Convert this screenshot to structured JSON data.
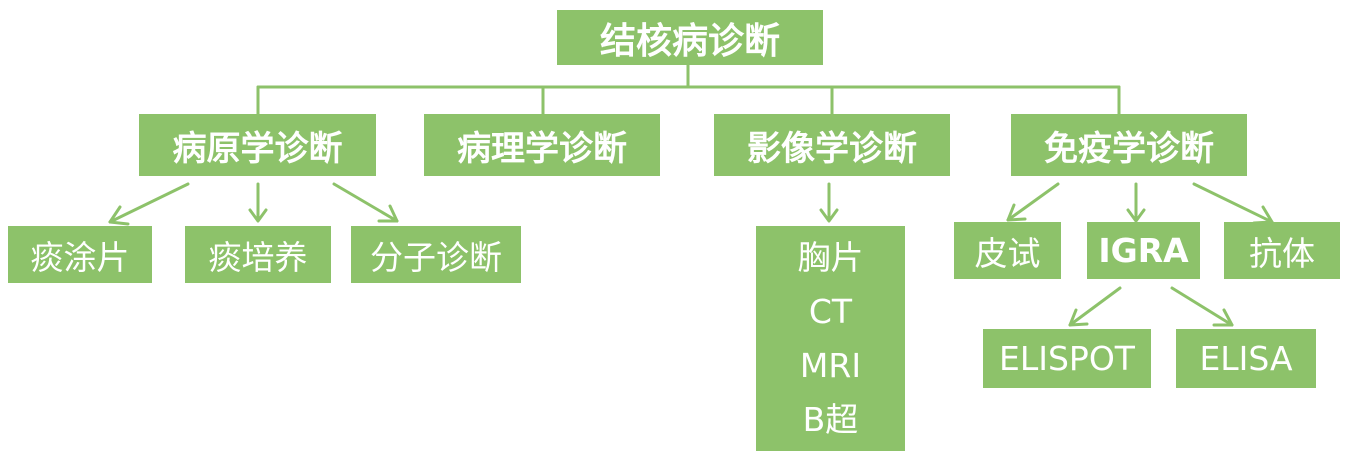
{
  "root": {
    "label": "结核病诊断"
  },
  "categories": [
    {
      "label": "病原学诊断"
    },
    {
      "label": "病理学诊断"
    },
    {
      "label": "影像学诊断"
    },
    {
      "label": "免疫学诊断"
    }
  ],
  "etiology_children": [
    {
      "label": "痰涂片"
    },
    {
      "label": "痰培养"
    },
    {
      "label": "分子诊断"
    }
  ],
  "imaging_methods": [
    "胸片",
    "CT",
    "MRI",
    "B超"
  ],
  "immunology_children": [
    {
      "label": "皮试"
    },
    {
      "label": "IGRA"
    },
    {
      "label": "抗体"
    }
  ],
  "igra_children": [
    {
      "label": "ELISPOT"
    },
    {
      "label": "ELISA"
    }
  ],
  "colors": {
    "box_fill": "#8dc26a",
    "connector": "#8dc26a",
    "text": "#ffffff"
  }
}
